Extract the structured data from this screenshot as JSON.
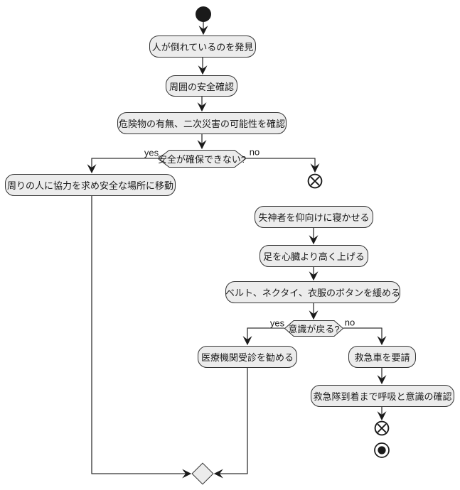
{
  "diagram": {
    "type": "activity-flowchart",
    "background": "#ffffff",
    "palette": {
      "node_fill": "#ececec",
      "node_border": "#333333",
      "edge_color": "#333333",
      "text_color": "#1a1a1a"
    },
    "nodes": {
      "start": {
        "type": "initial-node"
      },
      "found": {
        "label": "人が倒れているのを発見"
      },
      "surroundings": {
        "label": "周囲の安全確認"
      },
      "hazards": {
        "label": "危険物の有無、二次災害の可能性を確認"
      },
      "decision_safety": {
        "label": "安全が確保できない?"
      },
      "move_to_safety": {
        "label": "周りの人に協力を求め安全な場所に移動"
      },
      "flow_end_1": {
        "type": "flow-end"
      },
      "lay_down": {
        "label": "失神者を仰向けに寝かせる"
      },
      "raise_legs": {
        "label": "足を心臓より高く上げる"
      },
      "loosen_clothes": {
        "label": "ベルト、ネクタイ、衣服のボタンを緩める"
      },
      "decision_conscious": {
        "label": "意識が戻る?"
      },
      "recommend_doctor": {
        "label": "医療機関受診を勧める"
      },
      "call_ambulance": {
        "label": "救急車を要請"
      },
      "monitor": {
        "label": "救急隊到着まで呼吸と意識の確認"
      },
      "flow_end_2": {
        "type": "flow-end"
      },
      "final": {
        "type": "final-node"
      },
      "merge": {
        "type": "merge-diamond"
      }
    },
    "edge_labels": {
      "safety_yes": "yes",
      "safety_no": "no",
      "conscious_yes": "yes",
      "conscious_no": "no"
    }
  }
}
